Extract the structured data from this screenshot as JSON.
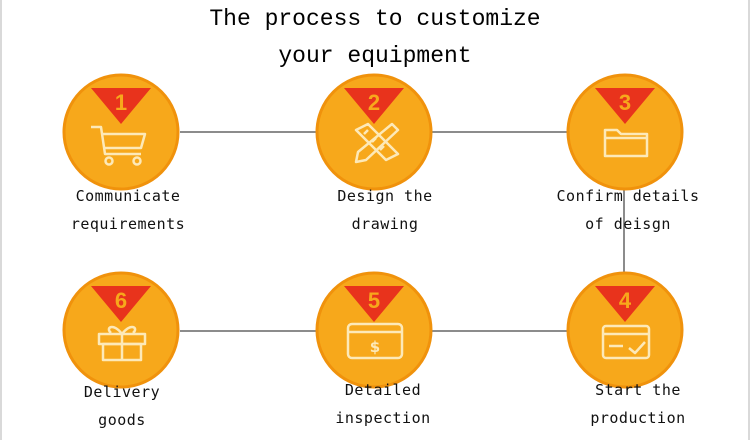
{
  "title": {
    "line1": "The process to customize",
    "line2": "your equipment"
  },
  "colors": {
    "circle": "#f7a81b",
    "circle_edge": "#f0920c",
    "badge": "#e8331c",
    "icon_stroke": "#fde9b8",
    "connector": "#8c8c8c"
  },
  "steps": [
    {
      "number": "1",
      "icon": "shopping-cart-icon",
      "caption": [
        "Communicate",
        "requirements"
      ]
    },
    {
      "number": "2",
      "icon": "pencil-ruler-icon",
      "caption": [
        "Design the",
        "drawing"
      ]
    },
    {
      "number": "3",
      "icon": "folder-icon",
      "caption": [
        "Confirm details",
        "of deisgn"
      ]
    },
    {
      "number": "4",
      "icon": "card-check-icon",
      "caption": [
        "Start the",
        "production"
      ]
    },
    {
      "number": "5",
      "icon": "payment-screen-icon",
      "caption": [
        "Detailed",
        "inspection"
      ]
    },
    {
      "number": "6",
      "icon": "gift-box-icon",
      "caption": [
        "Delivery",
        "goods"
      ]
    }
  ]
}
